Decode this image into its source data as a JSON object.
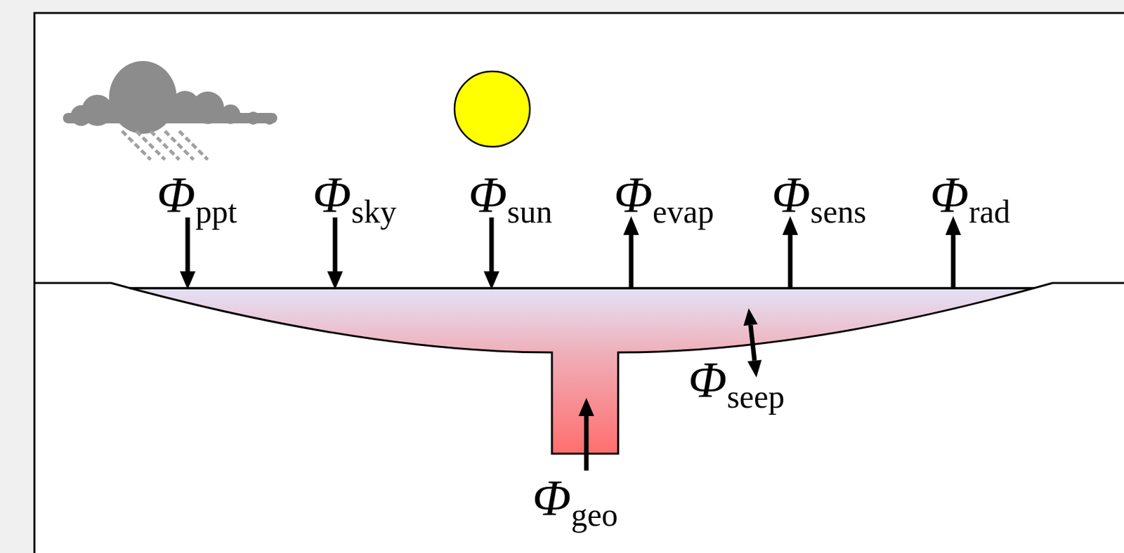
{
  "diagram": {
    "labels": [
      "Φppt",
      "Φsky",
      "Φsun",
      "Φevap",
      "Φsens",
      "Φrad",
      "Φseep",
      "Φgeo"
    ]
  }
}
